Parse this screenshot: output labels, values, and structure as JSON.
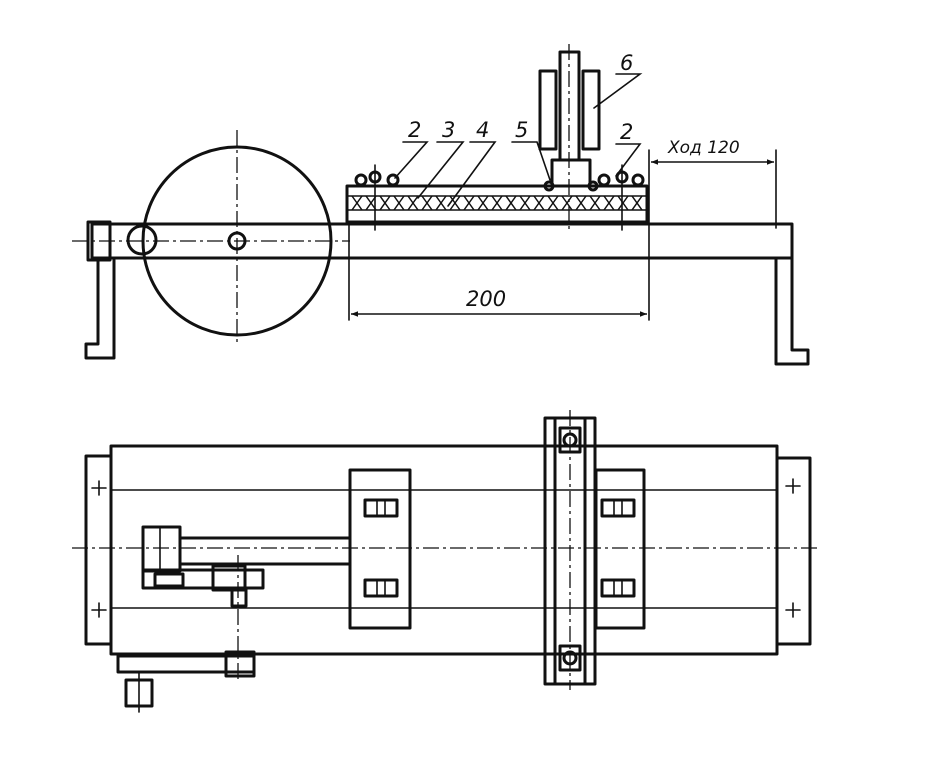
{
  "callouts": [
    "2",
    "3",
    "4",
    "5",
    "2",
    "6"
  ],
  "dimensions": {
    "stroke": "Ход 120",
    "length": "200"
  }
}
